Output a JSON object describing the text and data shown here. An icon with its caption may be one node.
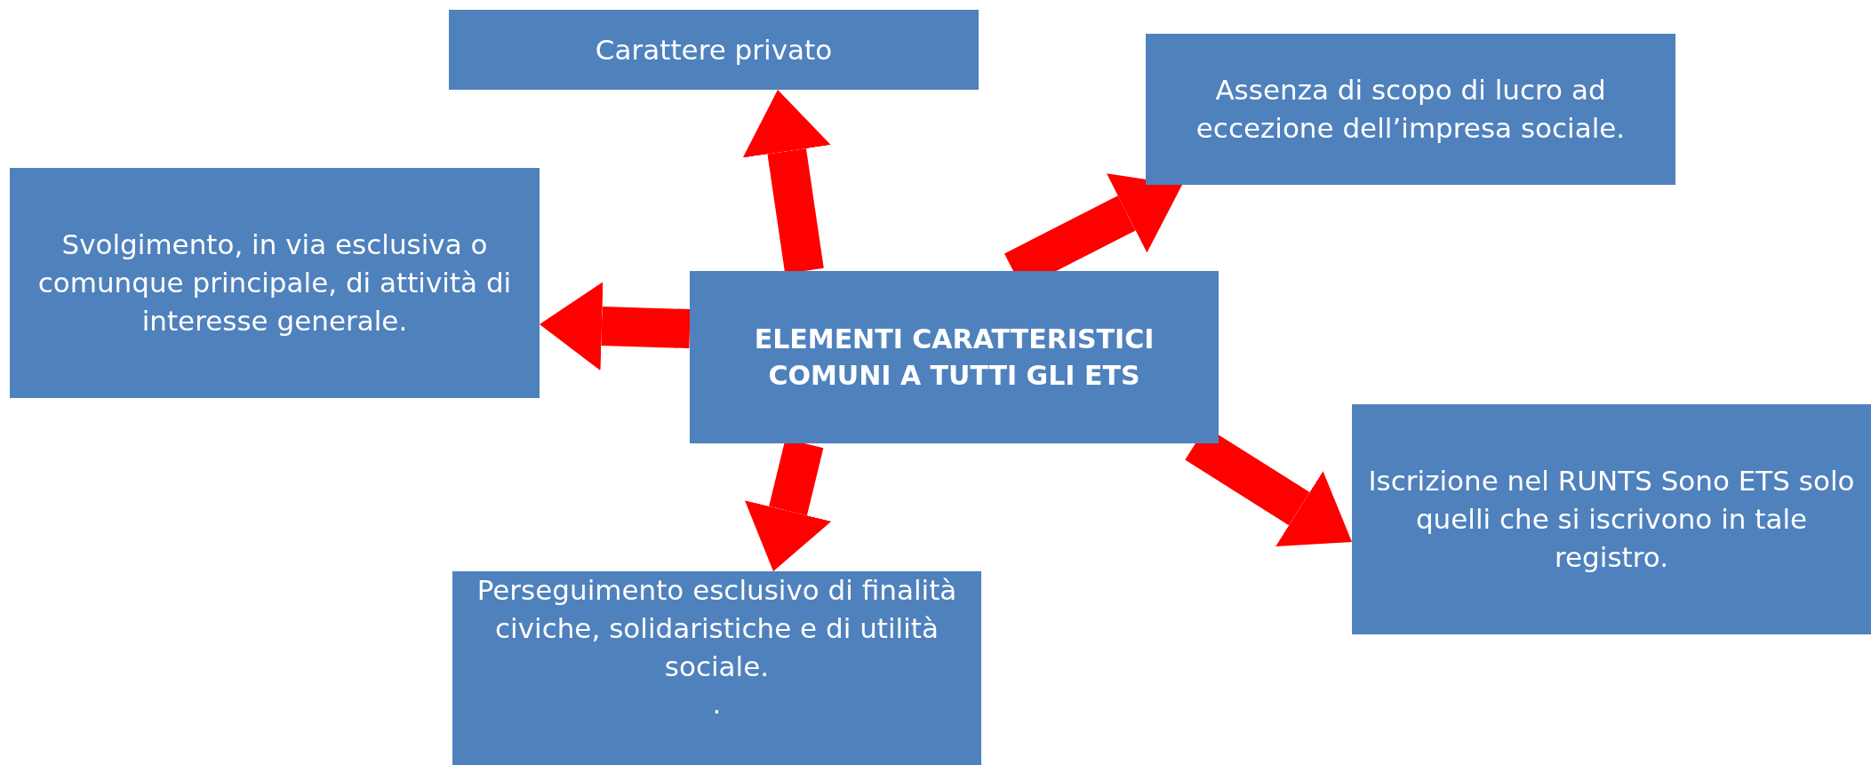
{
  "diagram": {
    "nodes": [
      {
        "text": [
          "ELEMENTI CARATTERISTICI COMUNI A TUTTI GLI ETS"
        ]
      },
      {
        "text": [
          "Carattere privato"
        ]
      },
      {
        "text": [
          "Assenza di scopo di lucro ad eccezione dell’impresa sociale."
        ]
      },
      {
        "text": [
          "Svolgimento, in via esclusiva o comunque principale, di attività di interesse generale."
        ]
      },
      {
        "text": [
          "Iscrizione nel RUNTS Sono ETS solo quelli che si iscrivono in tale registro."
        ]
      },
      {
        "text": [
          "Perseguimento esclusivo di finalità civiche, solidaristiche e di utilità sociale.",
          "."
        ]
      }
    ],
    "edges": [
      {
        "from": 0,
        "to": 1,
        "arrow": "to",
        "color": "#ff0000"
      },
      {
        "from": 0,
        "to": 2,
        "arrow": "to",
        "color": "#ff0000"
      },
      {
        "from": 0,
        "to": 3,
        "arrow": "to",
        "color": "#ff0000"
      },
      {
        "from": 0,
        "to": 4,
        "arrow": "to",
        "color": "#ff0000"
      },
      {
        "from": 0,
        "to": 5,
        "arrow": "to",
        "color": "#ff0000"
      }
    ]
  }
}
